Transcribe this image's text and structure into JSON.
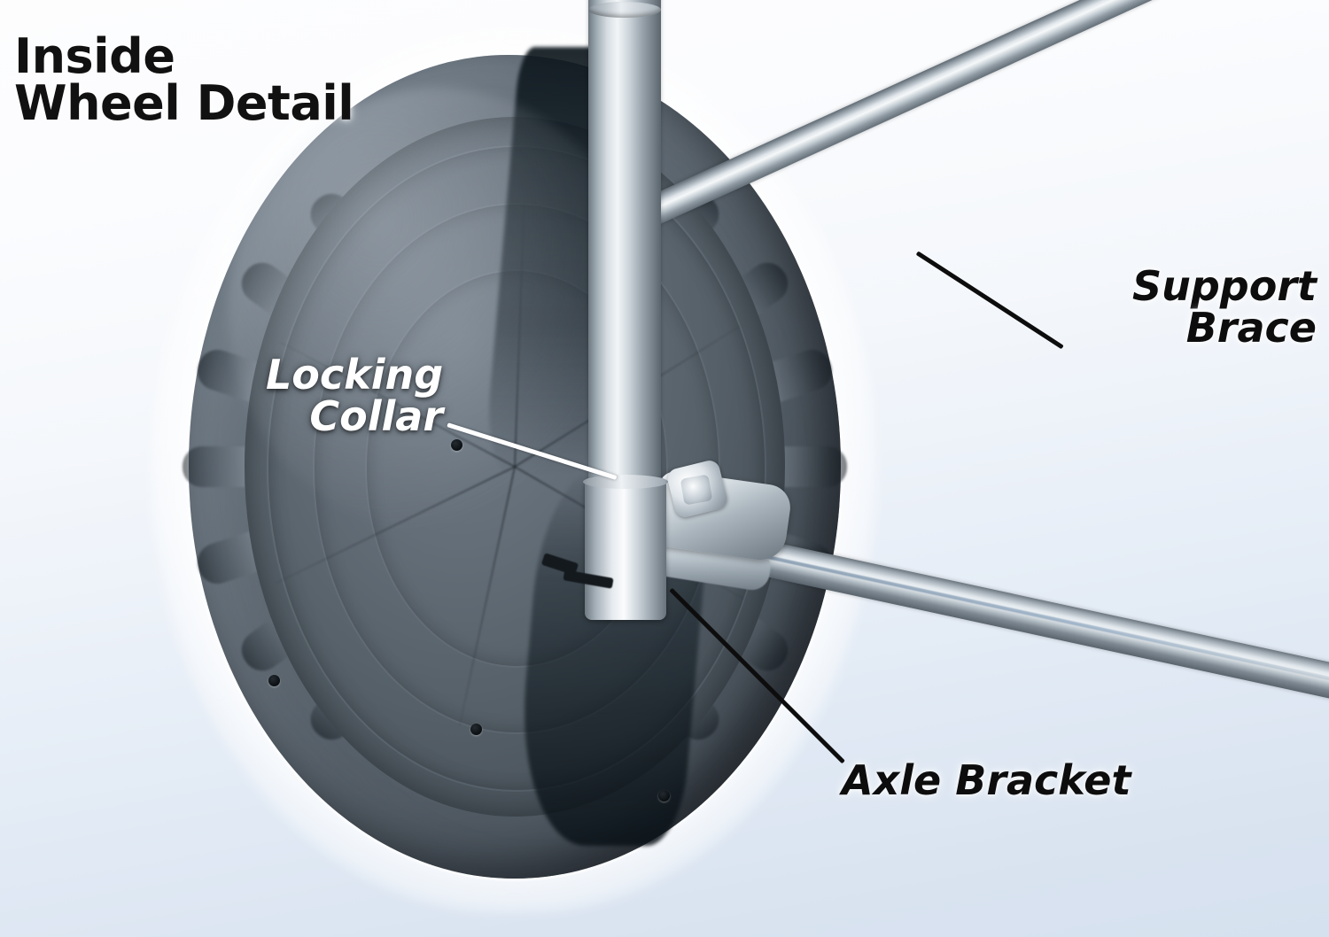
{
  "page": {
    "title": "Inside\nWheel Detail",
    "background_top_color": "#fdfdfe",
    "background_bottom_color": "#d6e1ef"
  },
  "callouts": [
    {
      "id": "support-brace",
      "label": "Support\nBrace",
      "text_color": "#0d0d0d",
      "leader_color": "#0d0d0d"
    },
    {
      "id": "locking-collar",
      "label": "Locking\nCollar",
      "text_color": "#ffffff",
      "leader_color": "#ffffff"
    },
    {
      "id": "axle-bracket",
      "label": "Axle Bracket",
      "text_color": "#0d0d0d",
      "leader_color": "#0d0d0d"
    }
  ],
  "photo": {
    "subject": "inside-wheel-detail-photo",
    "parts": [
      {
        "name": "balloon-tire",
        "color": "#5c666f"
      },
      {
        "name": "vertical-post-tube",
        "color": "#d6dde2"
      },
      {
        "name": "support-brace-tube",
        "color": "#dfe5ea"
      },
      {
        "name": "axle-tube",
        "color": "#dfe6eb"
      },
      {
        "name": "locking-collar",
        "color": "#e6ebef"
      },
      {
        "name": "axle-bracket",
        "color": "#d5dde2"
      }
    ]
  }
}
